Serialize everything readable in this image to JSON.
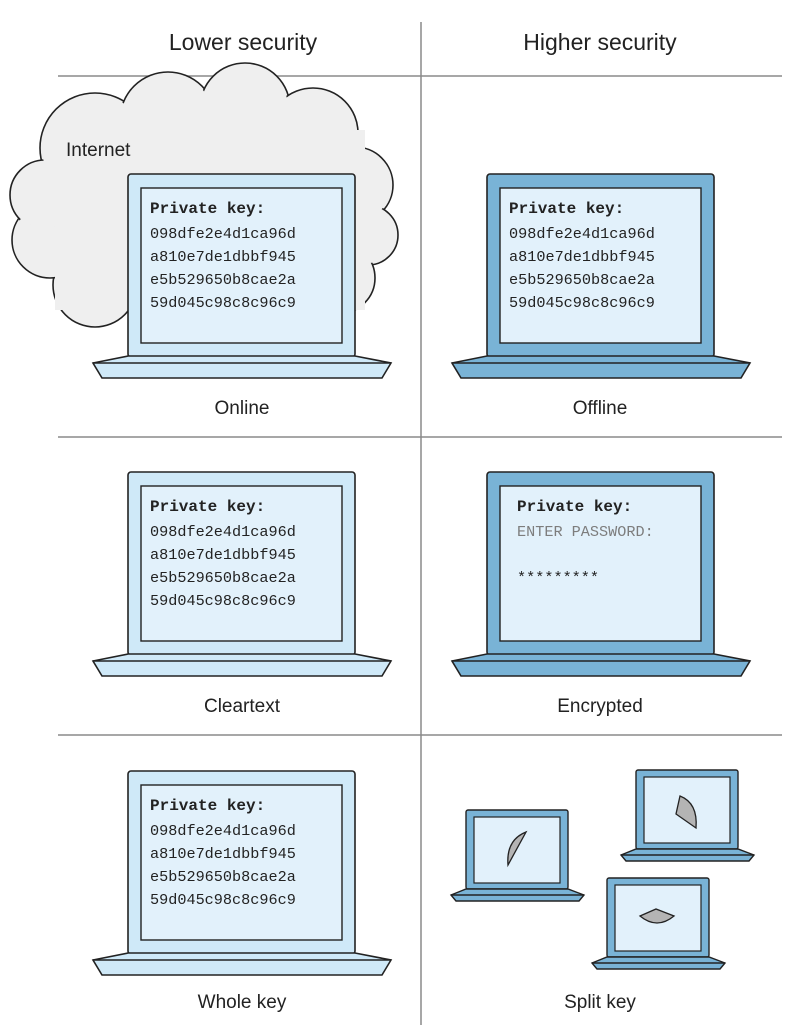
{
  "headers": {
    "lower": "Lower security",
    "higher": "Higher security"
  },
  "cloud_label": "Internet",
  "colors": {
    "lower_laptop_fill": "#cfe9f8",
    "higher_laptop_fill": "#79b3d6",
    "screen_fill": "#e2f1fb",
    "cloud_fill": "#efefef",
    "fragment_fill": "#b4b4b4"
  },
  "rows": [
    {
      "lower": {
        "caption": "Online",
        "screen": {
          "title": "Private key:",
          "lines": [
            "098dfe2e4d1ca96d",
            "a810e7de1dbbf945",
            "e5b529650b8cae2a",
            "59d045c98c8c96c9"
          ]
        }
      },
      "higher": {
        "caption": "Offline",
        "screen": {
          "title": "Private key:",
          "lines": [
            "098dfe2e4d1ca96d",
            "a810e7de1dbbf945",
            "e5b529650b8cae2a",
            "59d045c98c8c96c9"
          ]
        }
      }
    },
    {
      "lower": {
        "caption": "Cleartext",
        "screen": {
          "title": "Private key:",
          "lines": [
            "098dfe2e4d1ca96d",
            "a810e7de1dbbf945",
            "e5b529650b8cae2a",
            "59d045c98c8c96c9"
          ]
        }
      },
      "higher": {
        "caption": "Encrypted",
        "screen": {
          "title": "Private key:",
          "prompt": "ENTER PASSWORD:",
          "masked": "*********"
        }
      }
    },
    {
      "lower": {
        "caption": "Whole key",
        "screen": {
          "title": "Private key:",
          "lines": [
            "098dfe2e4d1ca96d",
            "a810e7de1dbbf945",
            "e5b529650b8cae2a",
            "59d045c98c8c96c9"
          ]
        }
      },
      "higher": {
        "caption": "Split key",
        "laptop_count": 3
      }
    }
  ]
}
